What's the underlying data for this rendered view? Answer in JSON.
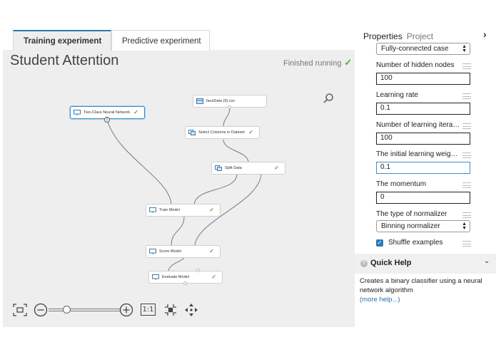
{
  "tabs": [
    {
      "label": "Training experiment"
    },
    {
      "label": "Predictive experiment"
    }
  ],
  "experiment": {
    "title": "Student Attention",
    "status": "Finished running"
  },
  "modules": [
    {
      "label": "faceData (9).csv"
    },
    {
      "label": "Two-Class Neural Network",
      "port_badge": "1"
    },
    {
      "label": "Select Columns in Dataset"
    },
    {
      "label": "Split Data"
    },
    {
      "label": "Train Model"
    },
    {
      "label": "Score Model"
    },
    {
      "label": "Evaluate Model"
    }
  ],
  "zoom": {
    "actual_size_label": "1:1",
    "slider_level": 0.25
  },
  "panel": {
    "tab_properties": "Properties",
    "tab_project": "Project",
    "collapse_icon": "chevron-right-icon"
  },
  "properties": {
    "trainer_mode": "Fully-connected case",
    "hidden_nodes_label": "Number of hidden nodes",
    "hidden_nodes_value": "100",
    "learning_rate_label": "Learning rate",
    "learning_rate_value": "0.1",
    "iterations_label": "Number of learning iterati...",
    "iterations_value": "100",
    "initial_weights_label": "The initial learning weights...",
    "initial_weights_value": "0.1",
    "momentum_label": "The momentum",
    "momentum_value": "0",
    "normalizer_label": "The type of normalizer",
    "normalizer_value": "Binning normalizer",
    "shuffle_label": "Shuffle examples",
    "shuffle_checked": true
  },
  "quick_help": {
    "title": "Quick Help",
    "body": "Creates a binary classifier using a neural network algorithm",
    "link": "(more help...)"
  },
  "colors": {
    "accent": "#2a7ab0",
    "success": "#5aa532",
    "canvas_bg": "#eeeeee"
  }
}
